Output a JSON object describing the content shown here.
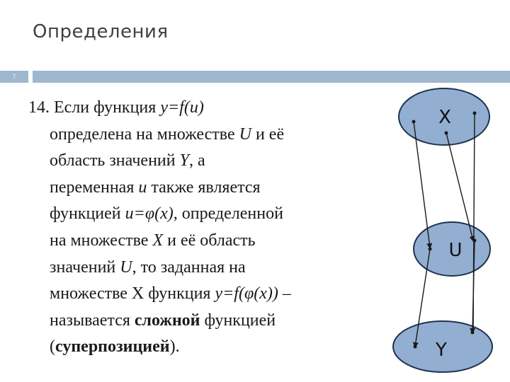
{
  "slide": {
    "title": "Определения",
    "number": "7"
  },
  "definition": {
    "line1": {
      "a": "14. Если функция ",
      "b": "y=f(u)"
    },
    "line2": {
      "a": "определена на множестве ",
      "b": "U",
      "c": " и её"
    },
    "line3": {
      "a": "область значений ",
      "b": "Y",
      "c": ", а"
    },
    "line4": {
      "a": "переменная ",
      "b": "u",
      "c": " также является"
    },
    "line5": {
      "a": "функцией ",
      "b": "u=φ(x),",
      "c": " определенной"
    },
    "line6": {
      "a": "на множестве ",
      "b": "X",
      "c": " и её область"
    },
    "line7": {
      "a": "значений ",
      "b": "U",
      "c": ", то заданная на"
    },
    "line8": {
      "a": "множестве Х функция ",
      "b": "y=f(φ(x))",
      "c": " –"
    },
    "line9": {
      "a": "называется ",
      "b": "сложной",
      "c": " функцией"
    },
    "line10": {
      "a": "(",
      "b": "суперпозицией",
      "c": ")."
    }
  },
  "diagram": {
    "set_x_label": "X",
    "set_u_label": "U",
    "set_y_label": "Y",
    "ellipse_fill": "#92aed0",
    "ellipse_stroke": "#1f3350"
  }
}
